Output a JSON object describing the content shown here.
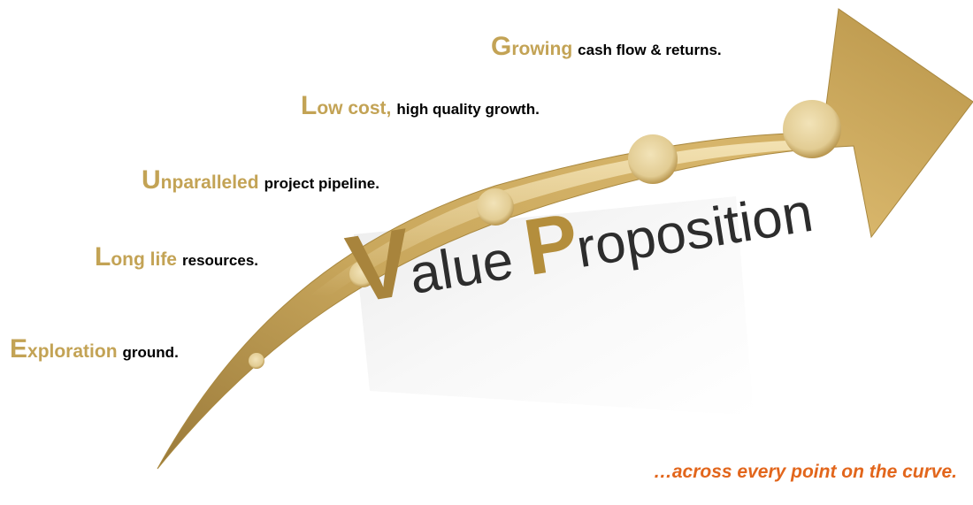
{
  "items": [
    {
      "initial": "G",
      "highlight": "rowing",
      "rest": "cash flow & returns."
    },
    {
      "initial": "L",
      "highlight": "ow cost,",
      "rest": "high quality growth."
    },
    {
      "initial": "U",
      "highlight": "nparalleled",
      "rest": "project pipeline."
    },
    {
      "initial": "L",
      "highlight": "ong life",
      "rest": "resources."
    },
    {
      "initial": "E",
      "highlight": "xploration",
      "rest": "ground."
    }
  ],
  "headline": {
    "v": "V",
    "alue": "alue",
    "p": "P",
    "roposition": "roposition"
  },
  "tagline": "…across every point on the curve.",
  "colors": {
    "gold": "#c3a355",
    "arrow_light": "#f3e2b0",
    "arrow_dark": "#b08a3e",
    "tagline": "#e2661c"
  }
}
